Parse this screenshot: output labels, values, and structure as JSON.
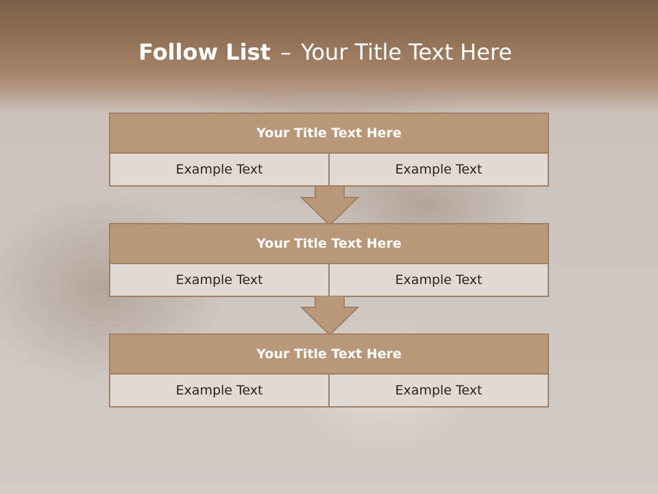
{
  "slide": {
    "title_bold": "Follow List",
    "title_sep": "–",
    "title_rest": "Your Title Text Here"
  },
  "steps": [
    {
      "title": "Your Title Text Here",
      "left": "Example Text",
      "right": "Example Text"
    },
    {
      "title": "Your Title Text Here",
      "left": "Example Text",
      "right": "Example Text"
    },
    {
      "title": "Your Title Text Here",
      "left": "Example Text",
      "right": "Example Text"
    }
  ],
  "colors": {
    "header": "#8f6f54",
    "box_title": "#b89879",
    "box_cell": "#e1d9d4",
    "border": "#a07f64",
    "arrow": "#b89879"
  },
  "icons": {
    "connector": "down-arrow-icon"
  }
}
